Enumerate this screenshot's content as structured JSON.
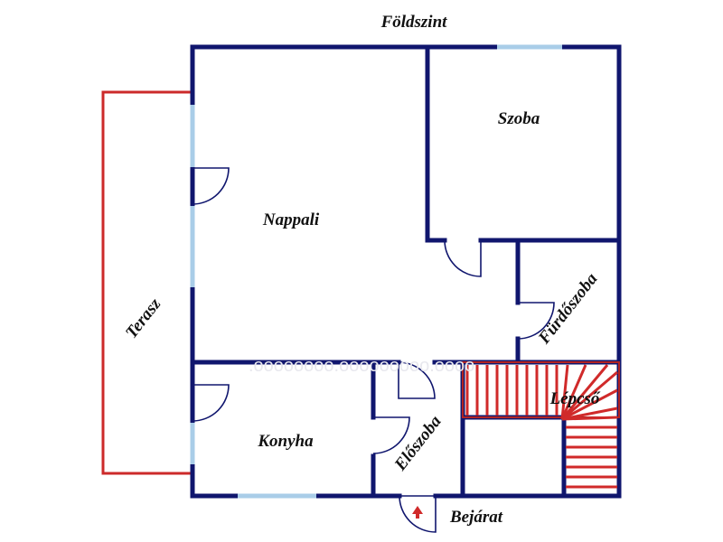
{
  "plan": {
    "title": "Földszint",
    "rooms": {
      "nappali": "Nappali",
      "szoba": "Szoba",
      "furdoszoba": "Fürdőszoba",
      "terasz": "Terasz",
      "lepcso": "Lépcső",
      "konyha": "Konyha",
      "eloszoba": "Előszoba"
    },
    "entrance": "Bejárat"
  },
  "colors": {
    "wall": "#10166e",
    "window": "#a9cde8",
    "terrace": "#cc2a2a",
    "stairs": "#d02a2a"
  }
}
